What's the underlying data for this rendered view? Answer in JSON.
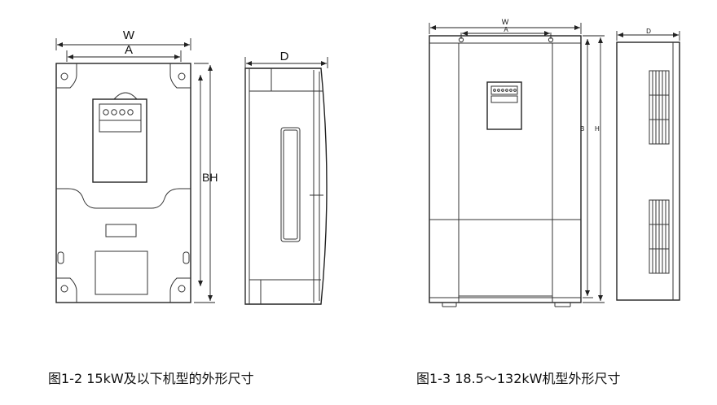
{
  "captions": {
    "fig_left": "图1-2 15kW及以下机型的外形尺寸",
    "fig_right": "图1-3 18.5～132kW机型外形尺寸"
  },
  "dimension_labels": {
    "width": "W",
    "mount_width": "A",
    "depth": "D",
    "mount_height": "B",
    "height": "H",
    "left_height_pair": "BH"
  }
}
